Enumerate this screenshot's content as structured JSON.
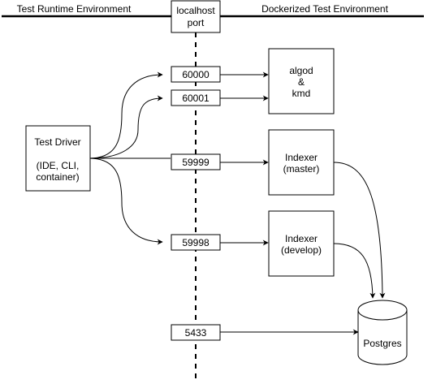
{
  "headers": {
    "left": "Test Runtime Environment",
    "right": "Dockerized Test Environment"
  },
  "localhost": [
    "localhost",
    "port"
  ],
  "test_driver": [
    "Test Driver",
    "",
    "(IDE, CLI,",
    "container)"
  ],
  "ports": {
    "p60000": "60000",
    "p60001": "60001",
    "p59999": "59999",
    "p59998": "59998",
    "p5433": "5433"
  },
  "services": {
    "algod": [
      "algod",
      "&",
      "kmd"
    ],
    "indexer_master": [
      "Indexer",
      "(master)"
    ],
    "indexer_develop": [
      "Indexer",
      "(develop)"
    ],
    "postgres": "Postgres"
  }
}
